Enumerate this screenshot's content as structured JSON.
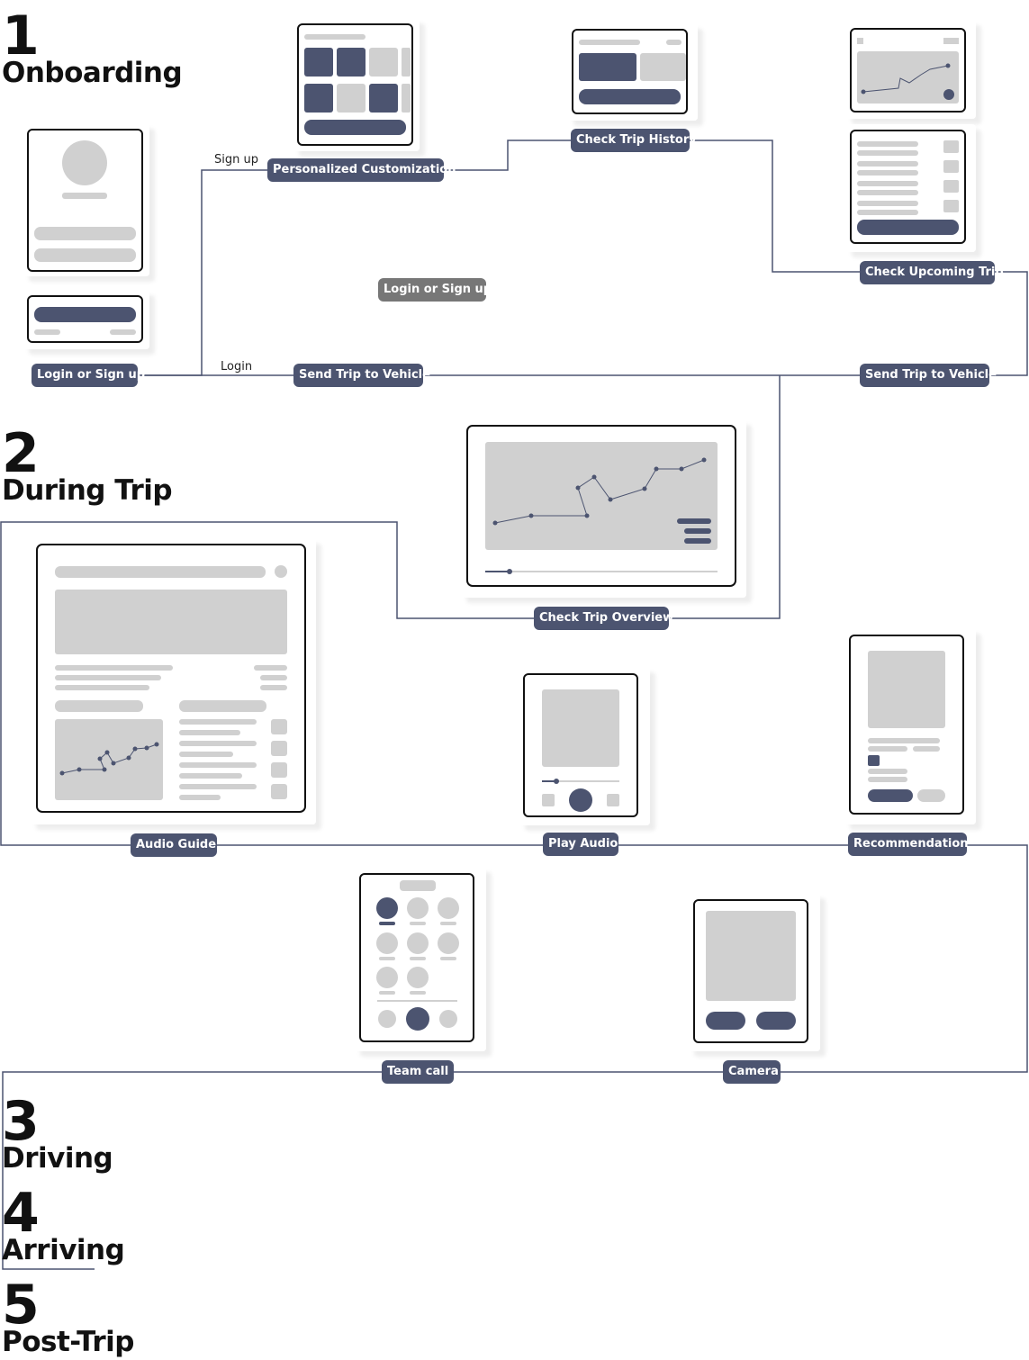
{
  "stages": [
    {
      "number": "1",
      "title": "Onboarding"
    },
    {
      "number": "2",
      "title": "During Trip"
    },
    {
      "number": "3",
      "title": "Driving"
    },
    {
      "number": "4",
      "title": "Arriving"
    },
    {
      "number": "5",
      "title": "Post-Trip"
    }
  ],
  "nodes": {
    "login_signup": "Login or Sign up",
    "personalized_customization": "Personalized Customization",
    "check_trip_history": "Check Trip History",
    "check_upcoming_trip": "Check Upcoming Trip",
    "login_signup_floating": "Login or Sign up",
    "send_trip_left": "Send Trip to Vehicle",
    "send_trip_right": "Send Trip to Vehicle",
    "check_trip_overview": "Check Trip Overview",
    "audio_guide": "Audio Guide",
    "play_audio": "Play Audio",
    "recommendation": "Recommendation",
    "team_call": "Team call",
    "camera": "Camera"
  },
  "edge_labels": {
    "sign_up": "Sign up",
    "login": "Login"
  },
  "colors": {
    "accent": "#4c5470",
    "placeholder": "#d0d0d0",
    "line": "#4c5470"
  }
}
